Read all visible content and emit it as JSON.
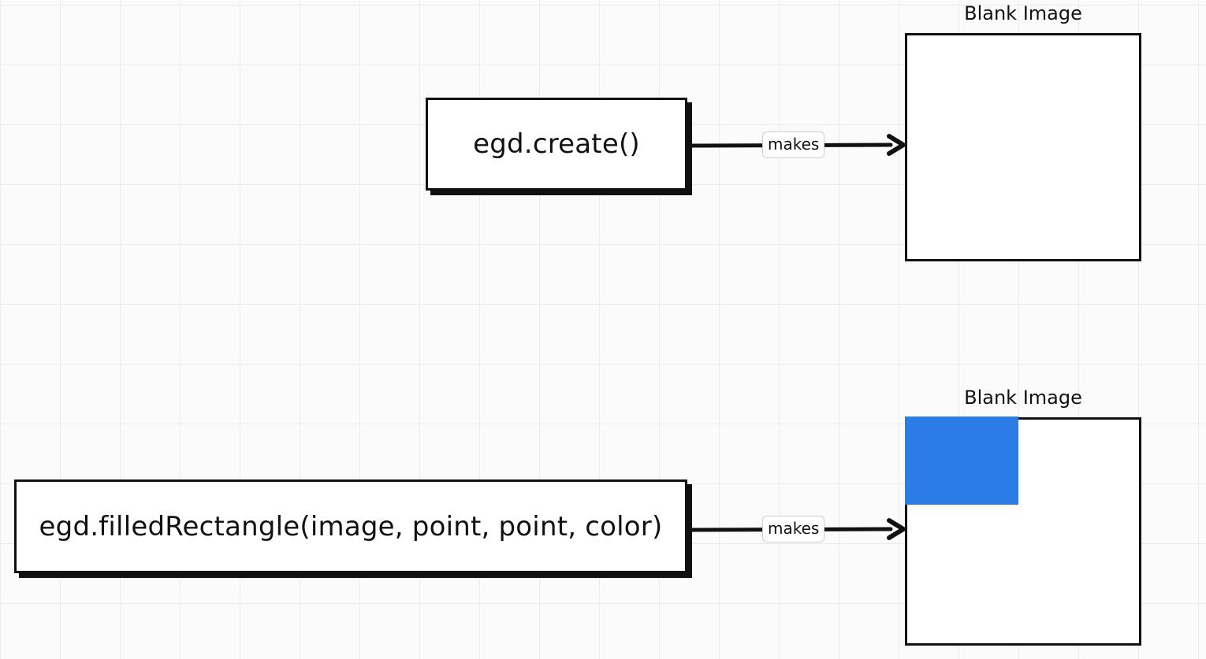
{
  "colors": {
    "ink": "#111111",
    "fill": "#2b7de5",
    "grid": "#ececec",
    "background": "#fbfbfb"
  },
  "rows": [
    {
      "function_label": "egd.create()",
      "edge_label": "makes",
      "image_title": "Blank Image"
    },
    {
      "function_label": "egd.filledRectangle(image, point, point, color)",
      "edge_label": "makes",
      "image_title": "Blank Image"
    }
  ]
}
